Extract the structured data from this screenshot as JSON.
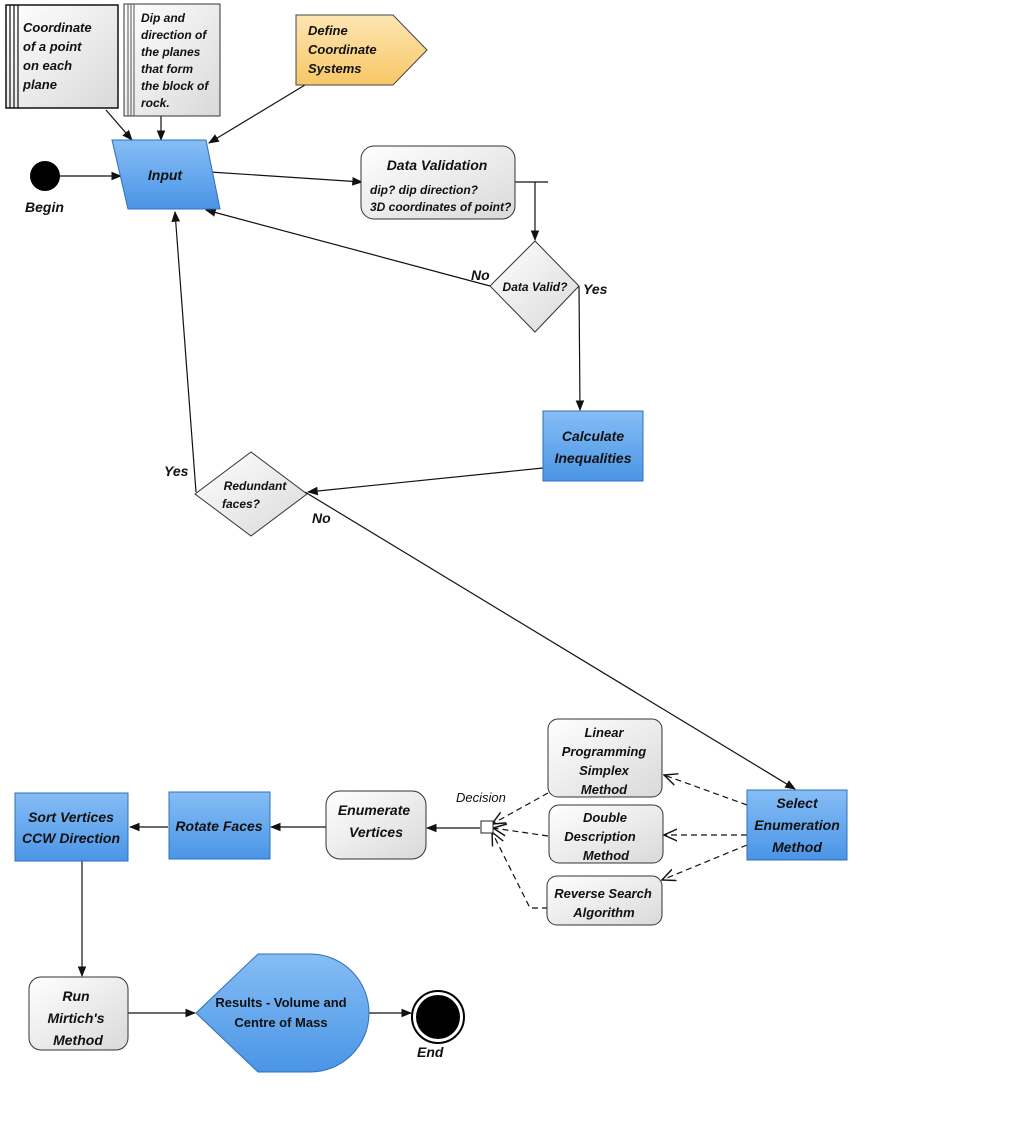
{
  "nodes": {
    "coord_note": {
      "lines": [
        "Coordinate",
        "of a point",
        "on each",
        "plane"
      ]
    },
    "dip_note": {
      "lines": [
        "Dip and",
        "direction of",
        "the planes",
        "that form",
        "the block of",
        "rock."
      ]
    },
    "define_coords": {
      "lines": [
        "Define",
        "Coordinate",
        "Systems"
      ]
    },
    "begin": {
      "label": "Begin"
    },
    "input": {
      "label": "Input"
    },
    "data_validation": {
      "title": "Data Validation",
      "lines": [
        "dip? dip direction?",
        "3D coordinates of point?"
      ]
    },
    "data_valid": {
      "label": "Data Valid?"
    },
    "calc_ineq": {
      "lines": [
        "Calculate",
        "Inequalities"
      ]
    },
    "redundant": {
      "lines": [
        "Redundant",
        "faces?"
      ]
    },
    "select_enum": {
      "lines": [
        "Select",
        "Enumeration",
        "Method"
      ]
    },
    "linear_prog": {
      "lines": [
        "Linear",
        "Programming",
        "Simplex",
        "Method"
      ]
    },
    "double_desc": {
      "lines": [
        "Double",
        "Description",
        "Method"
      ]
    },
    "reverse_search": {
      "lines": [
        "Reverse Search",
        "Algorithm"
      ]
    },
    "decision": {
      "label": "Decision"
    },
    "enumerate": {
      "lines": [
        "Enumerate",
        "Vertices"
      ]
    },
    "rotate": {
      "label": "Rotate Faces"
    },
    "sort": {
      "lines": [
        "Sort Vertices",
        "CCW Direction"
      ]
    },
    "mirtich": {
      "lines": [
        "Run",
        "Mirtich's",
        "Method"
      ]
    },
    "results": {
      "lines": [
        "Results - Volume and",
        "Centre of Mass"
      ]
    },
    "end": {
      "label": "End"
    }
  },
  "edge_labels": {
    "no_valid": "No",
    "yes_valid": "Yes",
    "yes_redundant": "Yes",
    "no_redundant": "No"
  },
  "colors": {
    "blue_fill": "#5ba3ee",
    "grey_fill": "#ececec",
    "orange_fill": "#fcd88c",
    "stroke": "#222222"
  }
}
